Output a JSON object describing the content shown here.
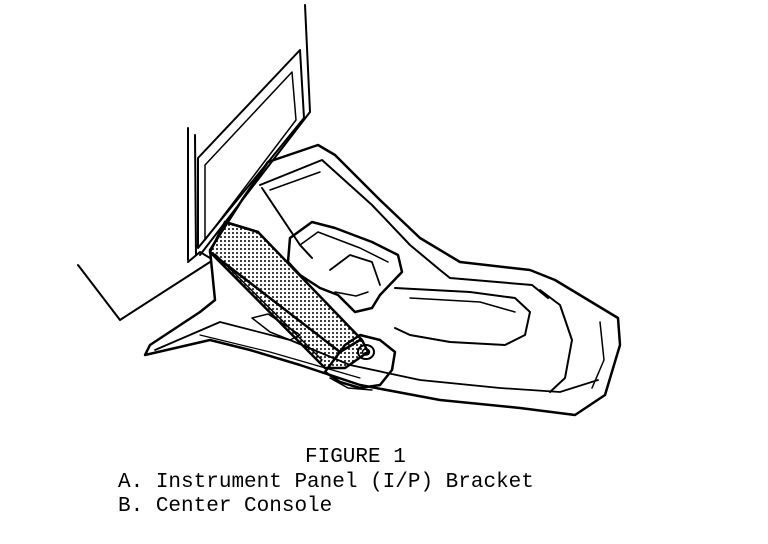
{
  "figure": {
    "title": "FIGURE 1",
    "legend": [
      {
        "key": "A.",
        "label": "Instrument Panel (I/P) Bracket"
      },
      {
        "key": "B.",
        "label": "Center Console"
      }
    ]
  },
  "colors": {
    "ink": "#000000",
    "paper": "#ffffff"
  }
}
